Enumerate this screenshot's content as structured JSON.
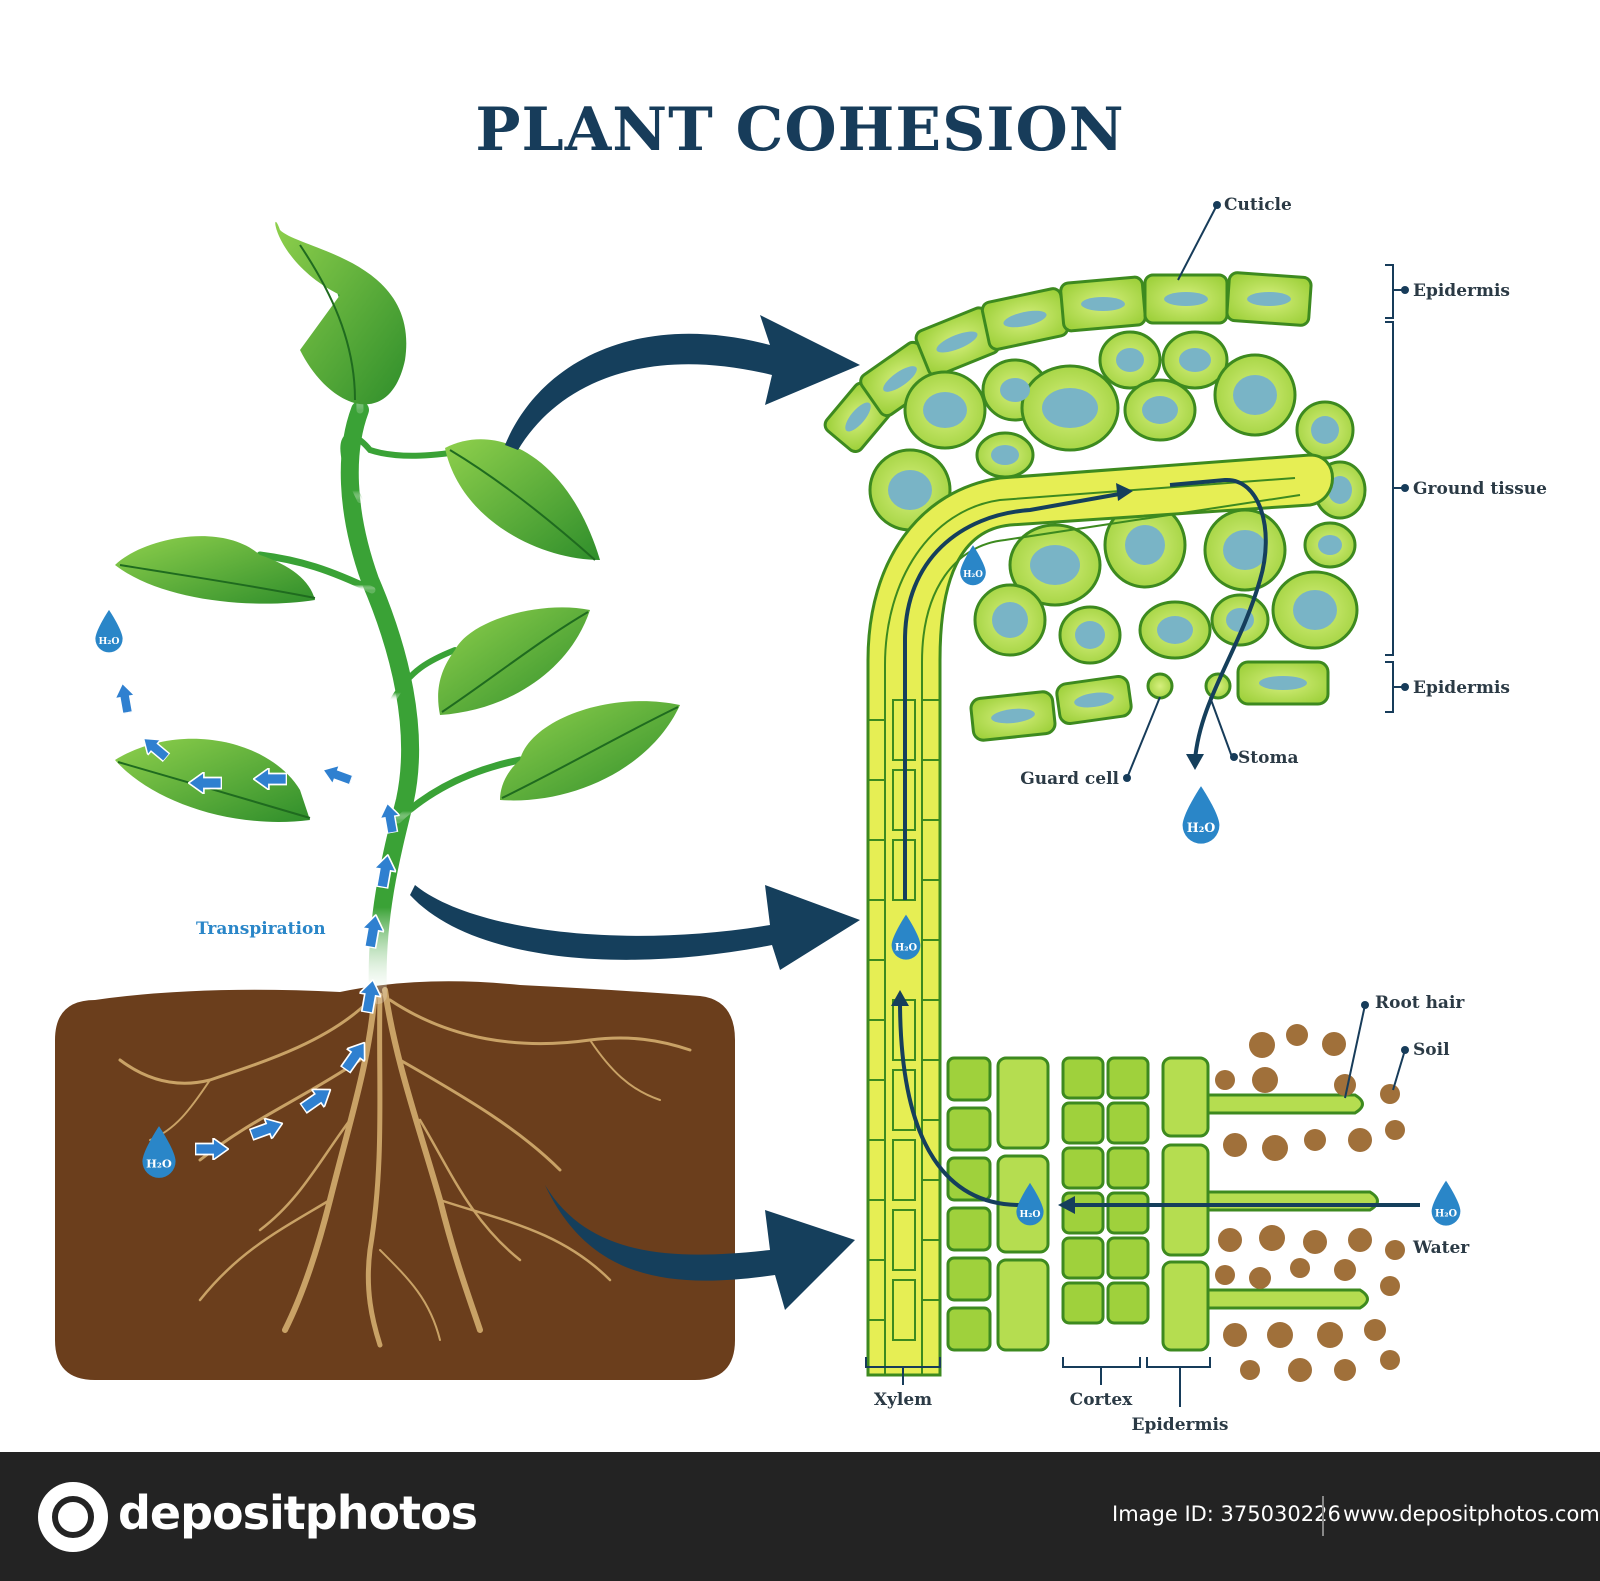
{
  "title": "PLANT COHESION",
  "labels": {
    "transpiration": "Transpiration",
    "cuticle": "Cuticle",
    "epidermis_top": "Epidermis",
    "ground_tissue": "Ground tissue",
    "epidermis_leaf_bottom": "Epidermis",
    "stoma": "Stoma",
    "guard_cell": "Guard cell",
    "root_hair": "Root hair",
    "soil": "Soil",
    "water": "Water",
    "xylem": "Xylem",
    "cortex": "Cortex",
    "epidermis_root": "Epidermis"
  },
  "water_drop_text": "H2O",
  "colors": {
    "title": "#173c5a",
    "arrow": "#153f5c",
    "leaf": "#4aa52c",
    "cell": "#b5dd50",
    "nucleus": "#79b4c6",
    "soil": "#6b3e1c",
    "water": "#2a86c8"
  },
  "footer": {
    "brand": "depositphotos",
    "image_id": "Image ID: 375030226",
    "site": "www.depositphotos.com"
  }
}
